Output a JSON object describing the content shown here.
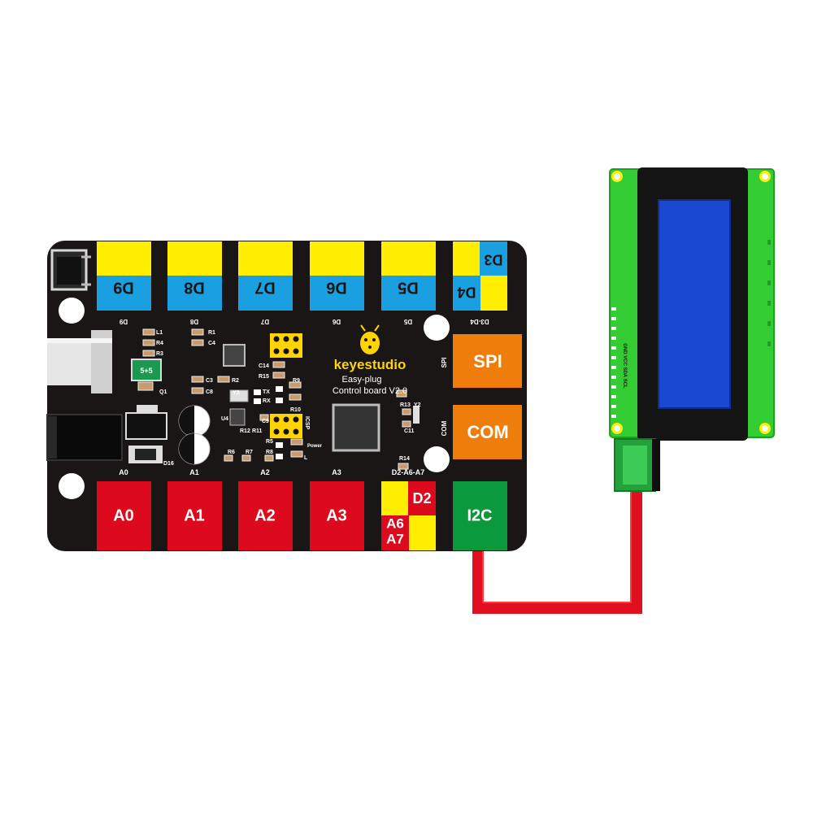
{
  "board": {
    "brand": "keyestudio",
    "line1": "Easy-plug",
    "line2": "Control board V2.0",
    "colors": {
      "board": "#1a1616",
      "digital_yellow": "#ffee00",
      "digital_blue": "#1aa0e0",
      "analog_red": "#dd0a1d",
      "orange": "#ee7d0b",
      "green": "#0a9a3c",
      "wire": "#e01020"
    }
  },
  "digital_ports": [
    {
      "label": "D9",
      "silk": "D9"
    },
    {
      "label": "D8",
      "silk": "D8"
    },
    {
      "label": "D7",
      "silk": "D7"
    },
    {
      "label": "D6",
      "silk": "D6"
    },
    {
      "label": "D5",
      "silk": "D5"
    },
    {
      "label_a": "D4",
      "label_b": "D3",
      "silk": "D3-D4"
    }
  ],
  "analog_ports": [
    {
      "label": "A0",
      "silk": "A0"
    },
    {
      "label": "A1",
      "silk": "A1"
    },
    {
      "label": "A2",
      "silk": "A2"
    },
    {
      "label": "A3",
      "silk": "A3"
    },
    {
      "label_a": "D2",
      "label_b": "A6",
      "label_c": "A7",
      "silk": "D2-A6-A7"
    }
  ],
  "side_ports": [
    {
      "label": "SPI",
      "silk": "SPI"
    },
    {
      "label": "COM",
      "silk": "COM"
    },
    {
      "label": "I2C"
    }
  ],
  "silkscreen": {
    "components": [
      "L1",
      "R4",
      "R3",
      "R1",
      "C4",
      "Q1",
      "C3",
      "R2",
      "C8",
      "Y3",
      "TX",
      "RX",
      "R12",
      "R11",
      "C9",
      "C14",
      "R15",
      "R9",
      "R10",
      "U4",
      "R6",
      "R7",
      "R5",
      "R8",
      "ICSP",
      "Power",
      "L",
      "R13",
      "Y2",
      "C11",
      "R14",
      "D16"
    ],
    "fuse": "5+5"
  },
  "lcd": {
    "pin_labels": "GND VCC SDA SCL"
  }
}
